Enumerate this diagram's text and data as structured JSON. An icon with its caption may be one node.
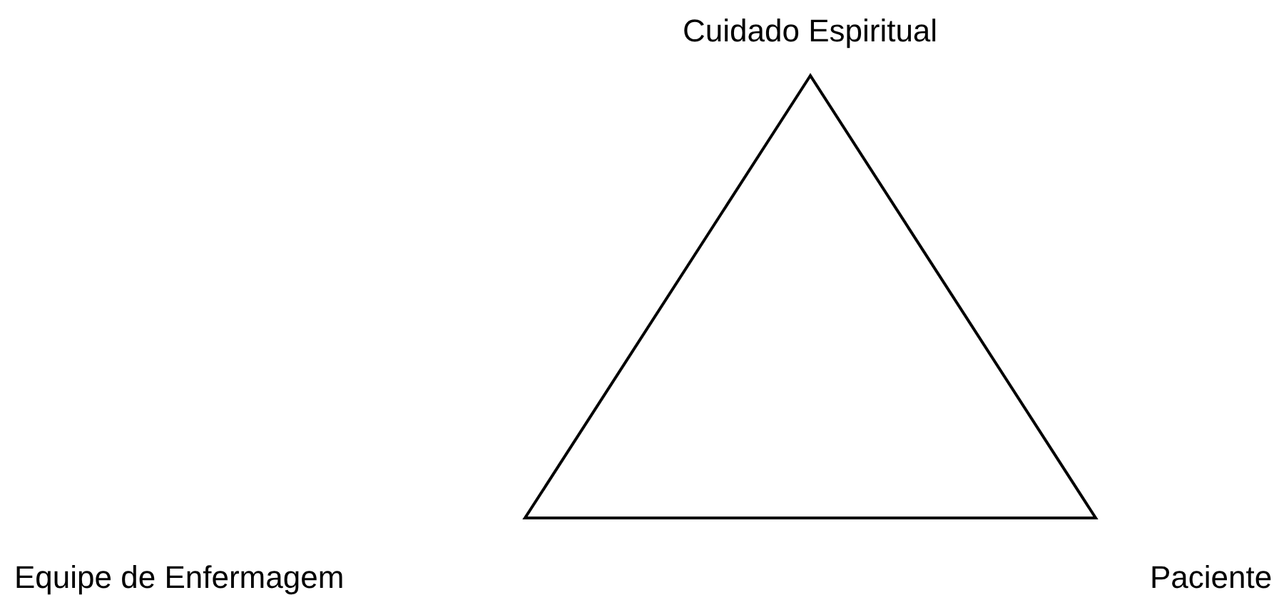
{
  "diagram": {
    "labels": [
      "Cuidado Espiritual",
      "Equipe de Enfermagem",
      "Paciente"
    ]
  }
}
